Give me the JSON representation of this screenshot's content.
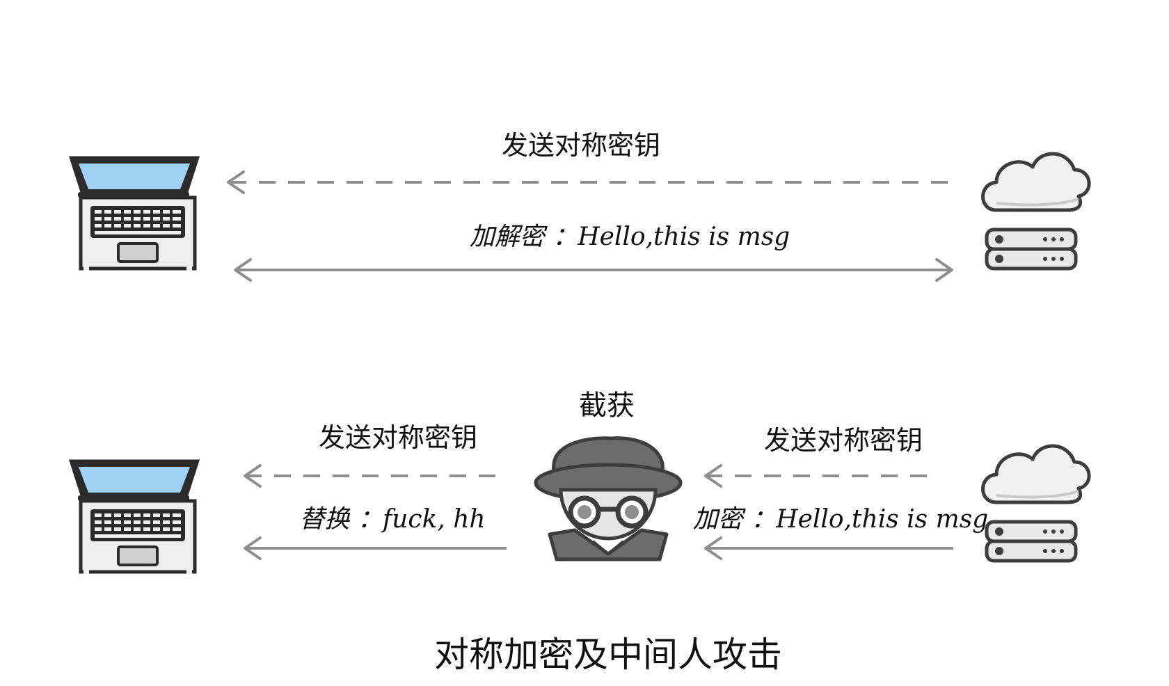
{
  "top": {
    "key_arrow_label": "发送对称密钥",
    "msg_arrow_label": "加解密 ：Hello,this is msg"
  },
  "bottom": {
    "intercept_label": "截获",
    "left_key_label": "发送对称密钥",
    "right_key_label": "发送对称密钥",
    "left_msg_label": "替换 ：fuck, hh",
    "right_msg_label": "加密 ：Hello,this is msg"
  },
  "caption": "对称加密及中间人攻击",
  "icons": {
    "client": "laptop-icon",
    "server": "cloud-server-icon",
    "attacker": "spy-icon"
  },
  "colors": {
    "stroke": "#2b2b2b",
    "screen": "#9fd0f5",
    "laptop_body": "#eeeeee",
    "cloud_fill": "#f1f1f1",
    "server_fill": "#e8e8e8",
    "spy_gray": "#6c6c6c",
    "arrow": "#8e8e8e"
  }
}
